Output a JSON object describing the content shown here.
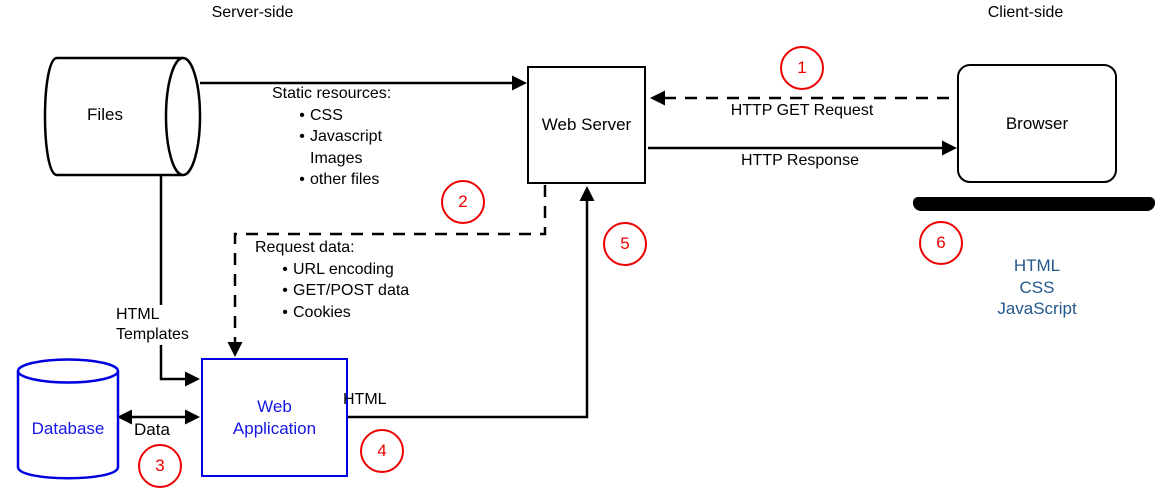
{
  "title_labels": {
    "server_side": "Server-side",
    "client_side": "Client-side"
  },
  "nodes": {
    "files": "Files",
    "web_server": "Web Server",
    "browser": "Browser",
    "database": "Database",
    "web_application": "Web Application"
  },
  "edges": {
    "http_get_request": "HTTP GET Request",
    "http_response": "HTTP Response",
    "html_templates": "HTML Templates",
    "data": "Data",
    "html": "HTML"
  },
  "static_resources": {
    "title": "Static resources:",
    "items": [
      {
        "text": "CSS",
        "bullet": true
      },
      {
        "text": "Javascript",
        "bullet": true
      },
      {
        "text": "Images",
        "bullet": false
      },
      {
        "text": "other files",
        "bullet": true
      }
    ]
  },
  "request_data": {
    "title": "Request data:",
    "items": [
      {
        "text": "URL encoding",
        "bullet": true
      },
      {
        "text": "GET/POST data",
        "bullet": true
      },
      {
        "text": "Cookies",
        "bullet": true
      }
    ]
  },
  "browser_stack": {
    "lines": [
      "HTML",
      "CSS",
      "JavaScript"
    ]
  },
  "steps": [
    "1",
    "2",
    "3",
    "4",
    "5",
    "6"
  ],
  "ui": {
    "bullet_char": "•"
  },
  "colors": {
    "node_blue": "#0000e0",
    "step_red": "#ee0000",
    "stack_text_blue": "#24578b",
    "line_black": "#000000"
  }
}
